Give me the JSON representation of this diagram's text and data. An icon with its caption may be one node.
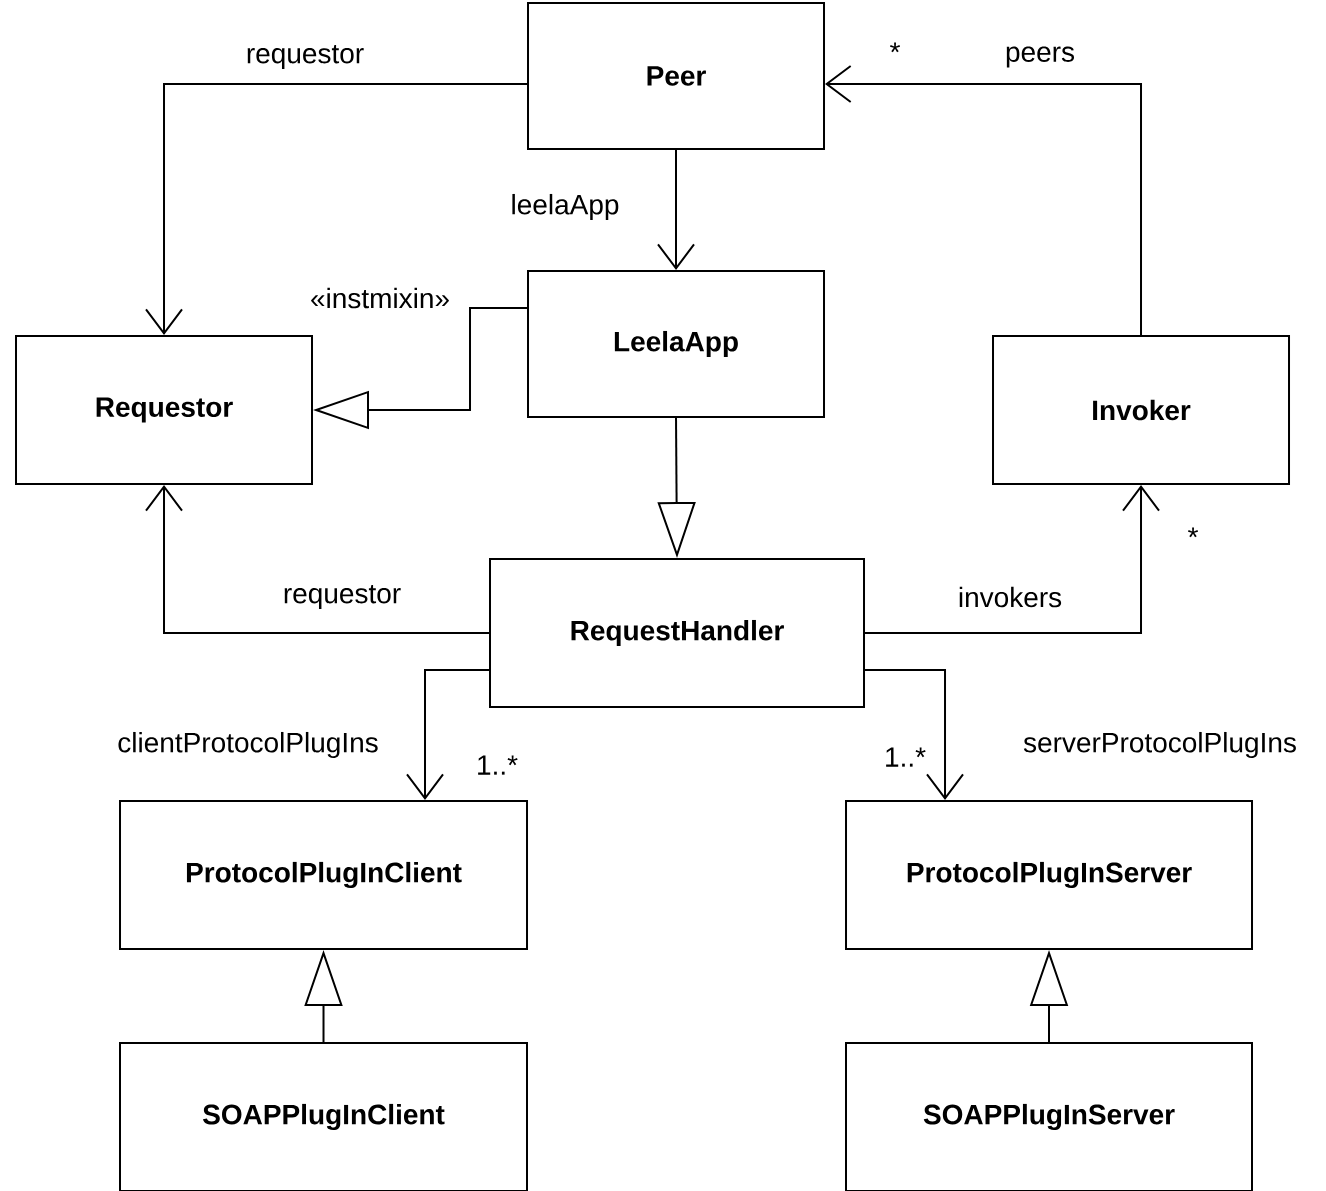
{
  "diagram": {
    "nodes": [
      {
        "text": [
          "Peer"
        ]
      },
      {
        "text": [
          "LeelaApp"
        ]
      },
      {
        "text": [
          "Requestor"
        ]
      },
      {
        "text": [
          "Invoker"
        ]
      },
      {
        "text": [
          "RequestHandler"
        ]
      },
      {
        "text": [
          "ProtocolPlugInClient"
        ]
      },
      {
        "text": [
          "ProtocolPlugInServer"
        ]
      },
      {
        "text": [
          "SOAPPlugInClient"
        ]
      },
      {
        "text": [
          "SOAPPlugInServer"
        ]
      }
    ],
    "edges": [
      {
        "from": 0,
        "to": 2,
        "arrow": "to",
        "label": "requestor"
      },
      {
        "from": 0,
        "to": 1,
        "arrow": "to",
        "label": "leelaApp"
      },
      {
        "from": 1,
        "to": 2,
        "arrow": "to",
        "label": "«instmixin»"
      },
      {
        "from": 1,
        "to": 4,
        "arrow": "to"
      },
      {
        "from": 4,
        "to": 2,
        "arrow": "to",
        "label": "requestor"
      },
      {
        "from": 4,
        "to": 3,
        "arrow": "to",
        "label": "invokers"
      },
      {
        "from": 3,
        "to": 0,
        "arrow": "to",
        "label": "peers"
      },
      {
        "from": 4,
        "to": 5,
        "arrow": "to",
        "label": "clientProtocolPlugIns"
      },
      {
        "from": 4,
        "to": 6,
        "arrow": "to",
        "label": "serverProtocolPlugIns"
      },
      {
        "from": 7,
        "to": 5,
        "arrow": "to"
      },
      {
        "from": 8,
        "to": 6,
        "arrow": "to"
      }
    ],
    "labels": [
      "*",
      "*",
      "1..*",
      "1..*"
    ]
  }
}
